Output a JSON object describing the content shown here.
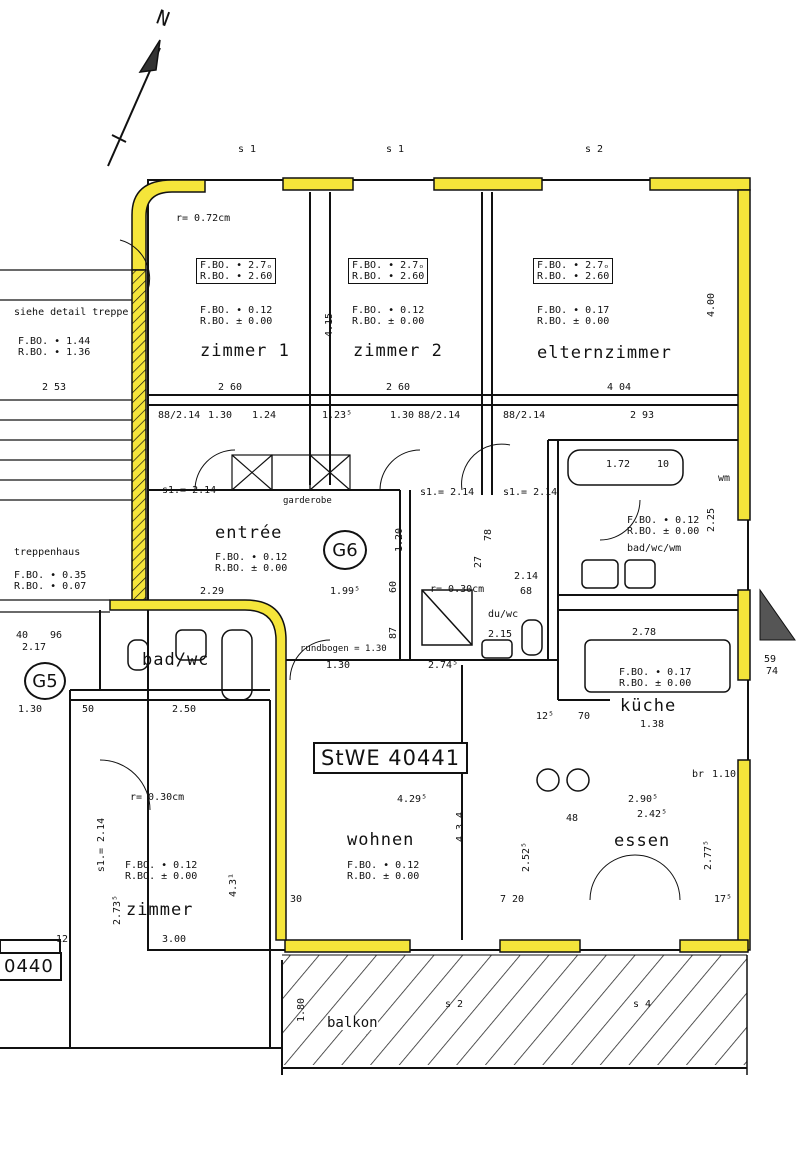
{
  "north_label": "N",
  "unit": {
    "main": "StWE 40441",
    "neighbor": "0440",
    "neighbor_group": "G5",
    "group": "G6"
  },
  "axes": {
    "top": [
      "s 1",
      "s 1",
      "s 2"
    ],
    "bottom": [
      "s 2",
      "s 4"
    ]
  },
  "rooms": {
    "zimmer1": {
      "name": "zimmer 1",
      "spec": [
        "F.BO. • 2.7ₒ",
        "R.BO. • 2.60",
        "F.BO. • 0.12",
        "R.BO. ± 0.00"
      ]
    },
    "zimmer2": {
      "name": "zimmer 2",
      "spec": [
        "F.BO. • 2.7ₒ",
        "R.BO. • 2.60",
        "F.BO. • 0.12",
        "R.BO. ± 0.00"
      ]
    },
    "eltern": {
      "name": "elternzimmer",
      "spec": [
        "F.BO. • 2.7ₒ",
        "R.BO. • 2.60",
        "F.BO. • 0.17",
        "R.BO. ± 0.00"
      ]
    },
    "entree": {
      "name": "entrée",
      "spec": [
        "F.BO. • 0.12",
        "R.BO. ± 0.00"
      ]
    },
    "badwcwm": {
      "name": "bad/wc/wm",
      "spec": [
        "F.BO. • 0.12",
        "R.BO. ± 0.00"
      ]
    },
    "badwc": {
      "name": "bad/wc"
    },
    "kueche": {
      "name": "küche",
      "spec": [
        "F.BO. • 0.17",
        "R.BO. ± 0.00"
      ]
    },
    "wohnen": {
      "name": "wohnen",
      "spec": [
        "F.BO. • 0.12",
        "R.BO. ± 0.00"
      ]
    },
    "essen": {
      "name": "essen"
    },
    "zimmer": {
      "name": "zimmer",
      "spec": [
        "F.BO. • 0.12",
        "R.BO. ± 0.00"
      ]
    },
    "treppenhaus": {
      "name": "treppenhaus",
      "spec": [
        "F.BO. • 0.35",
        "R.BO. • 0.07"
      ]
    },
    "balkon": {
      "name": "balkon"
    },
    "dusche": {
      "name": "du/wc"
    }
  },
  "notes": {
    "radius1": "r= 0.72cm",
    "radius2": "r= 0.30cm",
    "radius3": "r= 0.30cm",
    "detail": "siehe detail treppe",
    "stair_spec": [
      "F.BO. • 1.44",
      "R.BO. • 1.36"
    ],
    "garderobe": "garderobe",
    "rundbogen": "rundbogen = 1.30",
    "wm": "wm",
    "br": "br"
  },
  "dims": {
    "d260a": "2 60",
    "d260b": "2 60",
    "d404": "4 04",
    "d253": "2 53",
    "d88214a": "88/2.14",
    "d130a": "1.30",
    "d124": "1.24",
    "d123": "1.23⁵",
    "d130b": "1.30",
    "d88214b": "88/2.14",
    "d88214c": "88/2.14",
    "d293": "2 93",
    "d172": "1.72",
    "d10": "10",
    "d400": "4.00",
    "d415": "4.15",
    "d229": "2.29",
    "d199": "1.99⁵",
    "d225": "2.25",
    "d278": "2.78",
    "d130c": "1.30",
    "d274": "2.74⁵",
    "d429": "4.29⁵",
    "d434": "4.3 4",
    "d252": "2.52⁵",
    "d720": "7 20",
    "d290": "2.90⁵",
    "d242": "2.42⁵",
    "d48": "48",
    "d277": "2.77⁵",
    "d250": "2.50",
    "d300": "3.00",
    "d273": "2.73⁵",
    "d431": "4.3¹",
    "d217": "2.17",
    "d96": "96",
    "d40": "40",
    "d130d": "1.30",
    "d50": "50",
    "d180": "1.80",
    "d12a": "12",
    "d12b": "12⁵",
    "d17": "17⁵",
    "d59": "59",
    "d74": "74",
    "d110": "1.10",
    "d70": "70",
    "d138": "1.38",
    "d214a": "s1.= 2.14",
    "d214b": "s1.= 2.14",
    "d214c": "s1.= 2.14",
    "d214d": "s1.= 2.14",
    "d120": "1.20",
    "d60": "60",
    "d87": "87",
    "d78": "78",
    "d27": "27",
    "d215": "2.15",
    "d214e": "2.14",
    "d68": "68",
    "d30": "30"
  },
  "colors": {
    "wall_highlight": "#f5e53a",
    "ink": "#111111",
    "paper": "#ffffff"
  }
}
